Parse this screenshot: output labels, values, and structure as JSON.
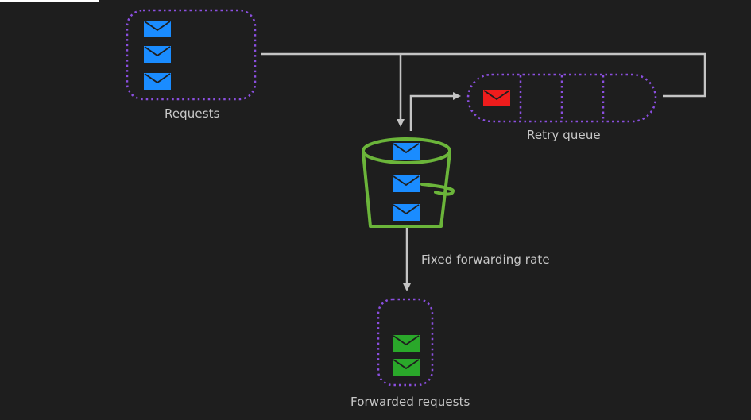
{
  "labels": {
    "requests": "Requests",
    "retry_queue": "Retry queue",
    "rate": "Fixed forwarding rate",
    "forwarded": "Forwarded requests"
  },
  "colors": {
    "background": "#1e1e1e",
    "container_border": "#8b4fe0",
    "arrow": "#c4c4c4",
    "bucket": "#6bb53a",
    "envelope_request": "#1a8cff",
    "envelope_retry": "#ee1c1c",
    "envelope_forwarded": "#2aa82a",
    "envelope_flap": "#1e1e1e"
  },
  "icons": {
    "message": "envelope-icon",
    "bucket": "bucket-icon"
  }
}
